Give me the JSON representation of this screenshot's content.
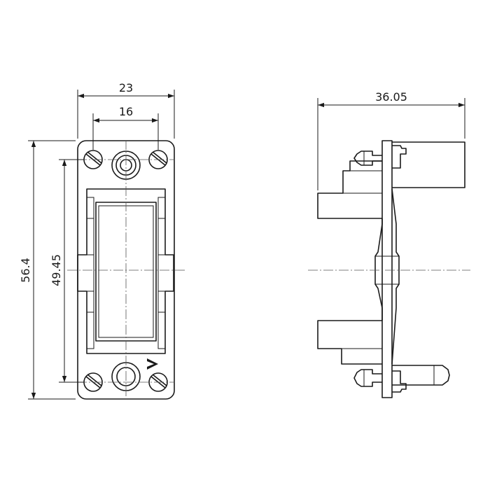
{
  "dimensions": {
    "front_overall_width": "23",
    "front_screw_spacing": "16",
    "front_overall_height": "56.4",
    "front_screw_vertical_spacing": "49.45",
    "side_overall_depth": "36.05"
  },
  "colors": {
    "line": "#1a1a1a",
    "background": "#ffffff"
  }
}
